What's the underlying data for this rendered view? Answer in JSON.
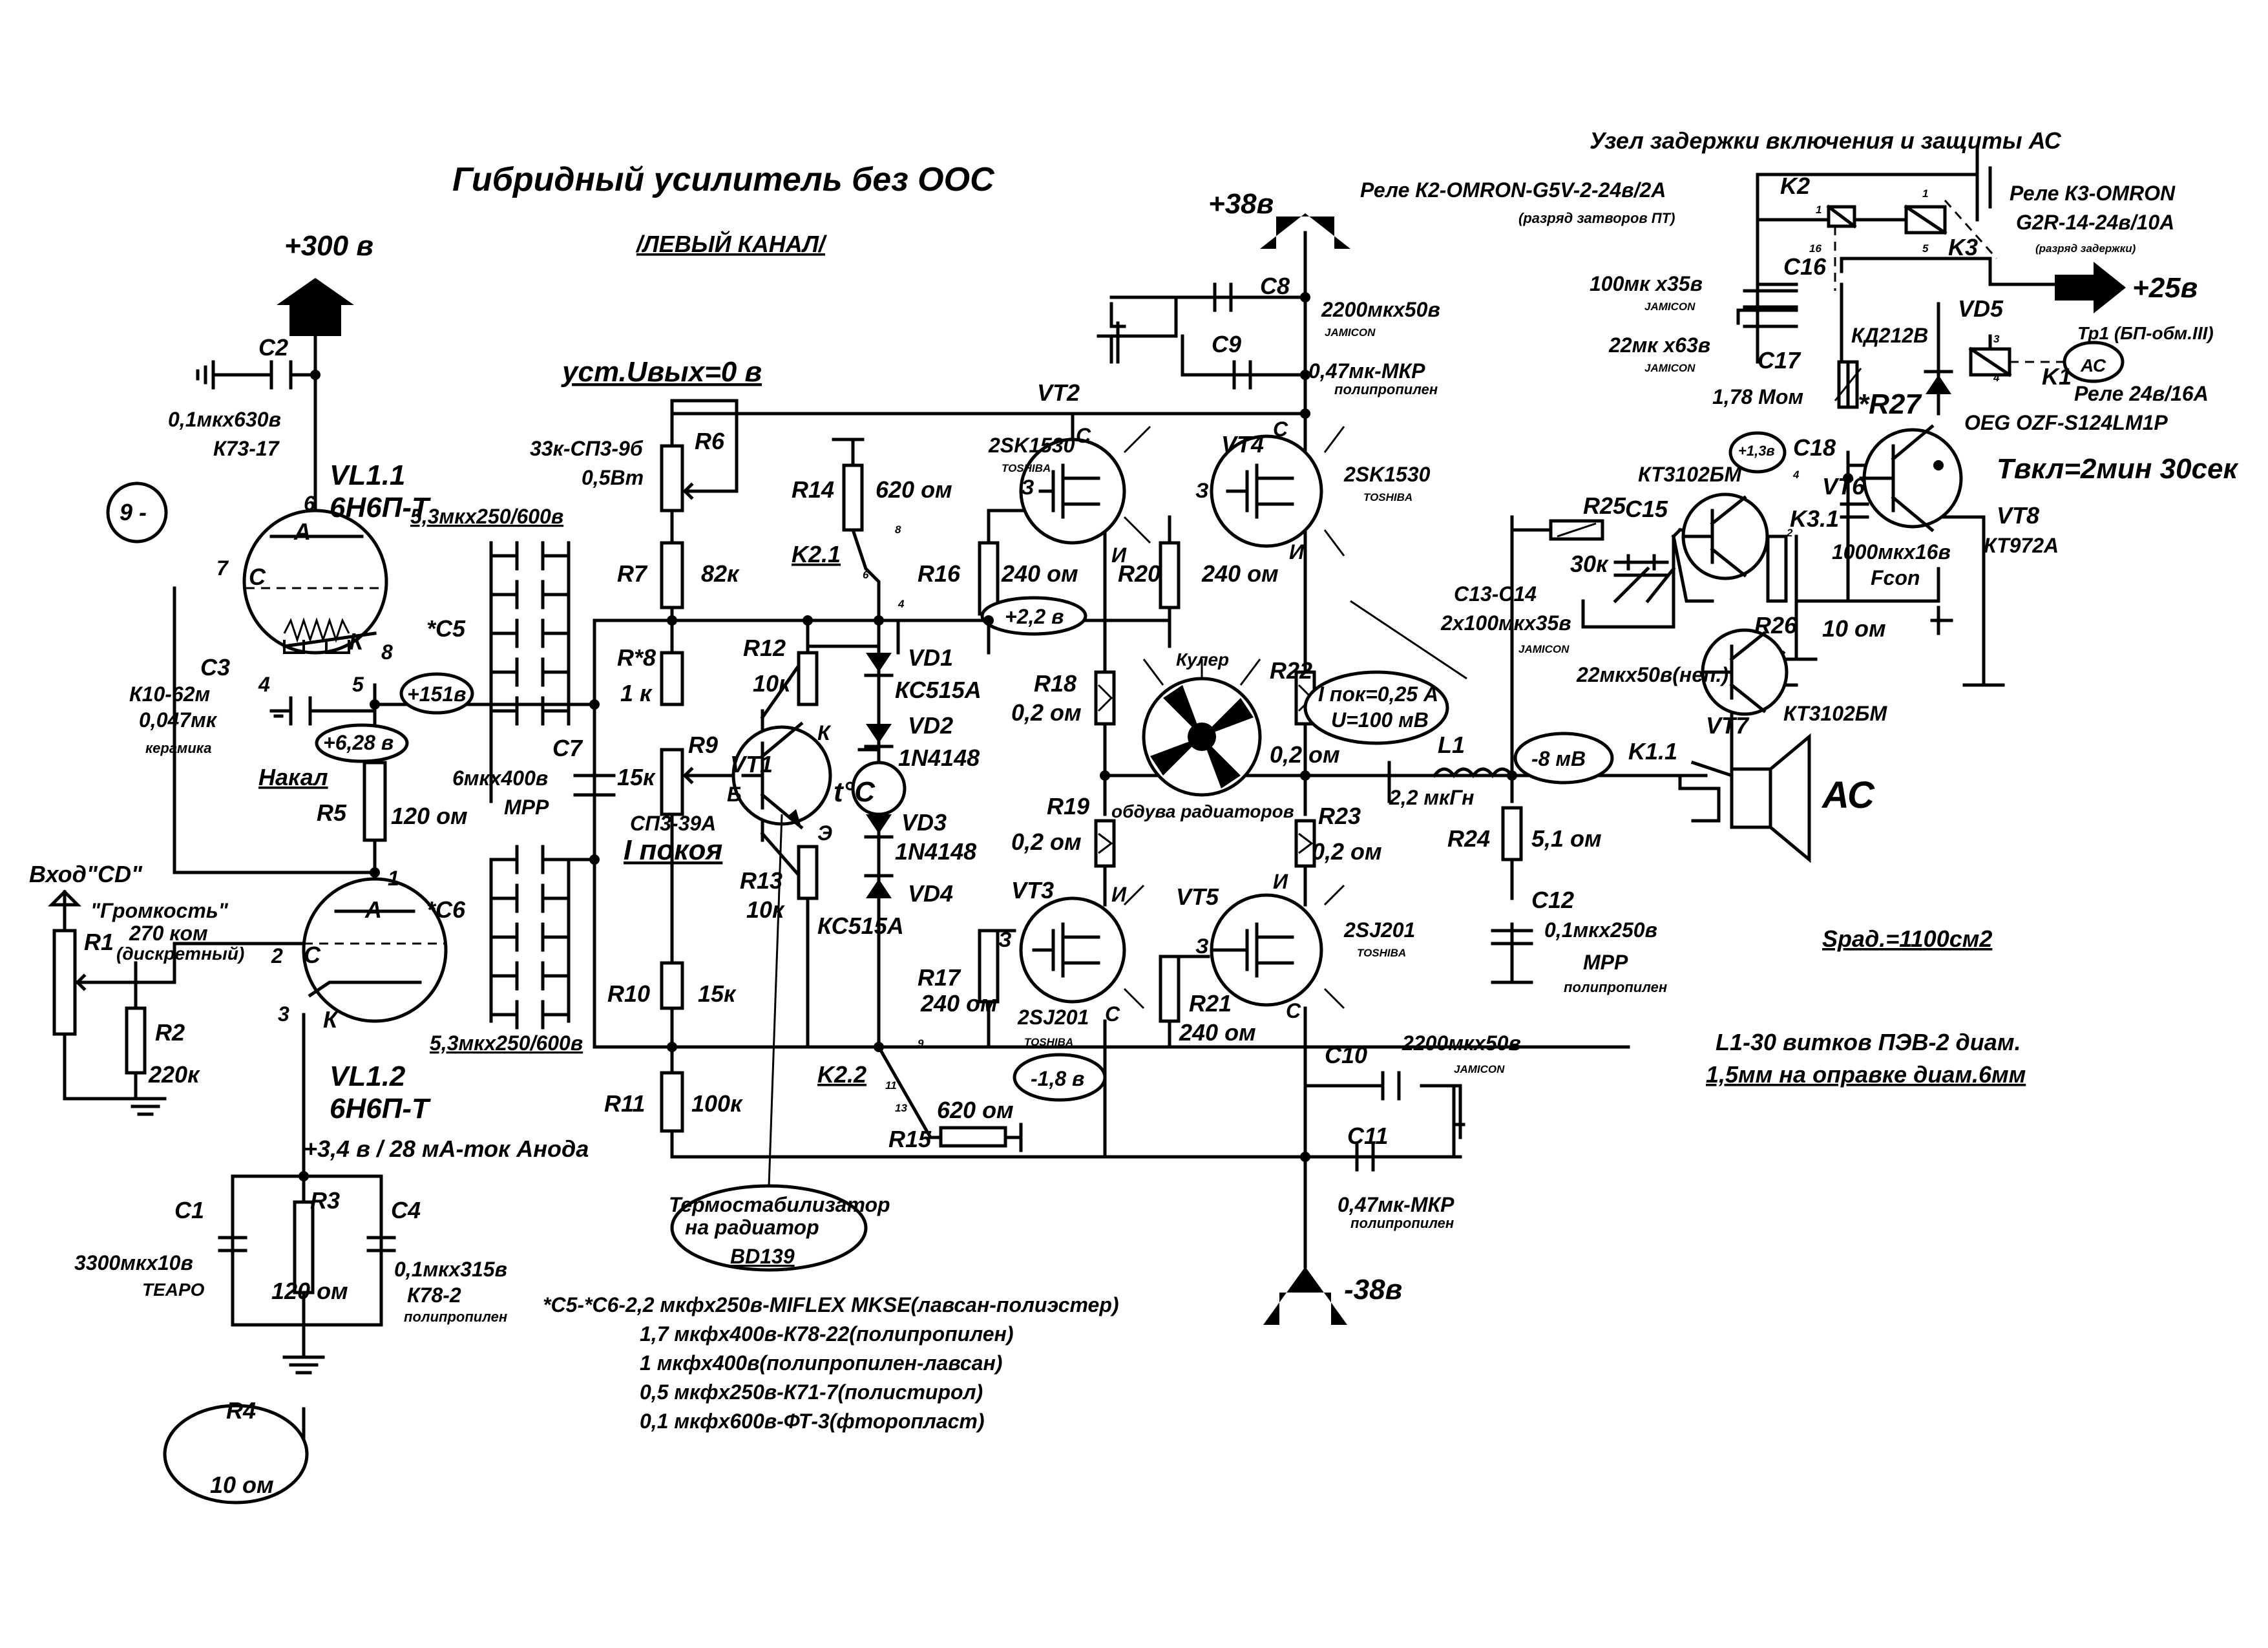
{
  "title": "Гибридный усилитель без ООС",
  "channel": "/ЛЕВЫЙ КАНАЛ/",
  "set_out": "уст.Uвых=0 в",
  "delay_unit_title": "Узел задержки включения и защиты АС",
  "rails": {
    "hv": "+300 в",
    "pos": "+38в",
    "neg": "-38в",
    "aux": "+25в"
  },
  "tubes": {
    "vl11": {
      "ref": "VL1.1",
      "type": "6Н6П-Т"
    },
    "vl12": {
      "ref": "VL1.2",
      "type": "6Н6П-Т"
    },
    "pins": {
      "p6": "6",
      "p7": "7",
      "p8": "8",
      "p4": "4",
      "p5": "5",
      "p1": "1",
      "p2": "2",
      "p3": "3"
    },
    "letters": {
      "a1": "А",
      "c1": "С",
      "k1": "К",
      "a2": "А",
      "c2": "С",
      "k2": "К"
    },
    "anode_note": "+3,4 в / 28 мА-ток Анода",
    "heater": "Накал",
    "pin9": "9 -"
  },
  "components": {
    "c2": "C2",
    "c2v": "0,1мкх630в",
    "c2t": "К73-17",
    "c3": "C3",
    "c3t": "К10-62м",
    "c3v": "0,047мк",
    "c3d": "керамика",
    "r5": "R5",
    "r5v": "120 ом",
    "c5": "*C5",
    "c5v": "5,3мкх250/600в",
    "c6": "*C6",
    "c6v": "5,3мкх250/600в",
    "c7": "C7",
    "c7v": "6мкх400в",
    "c7t": "MPP",
    "r6": "R6",
    "r6v": "33к-СП3-9б",
    "r6p": "0,5Вт",
    "r7": "R7",
    "r7v": "82к",
    "r8": "R*8",
    "r8v": "1 к",
    "r9": "R9",
    "r9v": "15к",
    "r9t": "СП3-39А",
    "r9n": "I покоя",
    "r10": "R10",
    "r10v": "15к",
    "r11": "R11",
    "r11v": "100к",
    "r12": "R12",
    "r12v": "10к",
    "r13": "R13",
    "r13v": "10к",
    "r14": "R14",
    "r14v": "620 ом",
    "r15": "R15",
    "r15v": "620 ом",
    "r16": "R16",
    "r16v": "240 ом",
    "r17": "R17",
    "r17v": "240 ом",
    "r18": "R18",
    "r18v": "0,2 ом",
    "r19": "R19",
    "r19v": "0,2 ом",
    "r20": "R20",
    "r20v": "240 ом",
    "r21": "R21",
    "r21v": "240 ом",
    "r22": "R22",
    "r22v": "0,2 ом",
    "r23": "R23",
    "r23v": "0,2 ом",
    "r24": "R24",
    "r24v": "5,1 ом",
    "r25": "R25",
    "r25v": "30к",
    "r26": "R26",
    "r26v": "10 ом",
    "r27": "*R27",
    "r27v": "1,78 Мом",
    "r1": "R1",
    "r1n": "\"Громкость\"",
    "r1v": "270 ком",
    "r1d": "(дискретный)",
    "r2": "R2",
    "r2v": "220к",
    "r3": "R3",
    "r3v": "120 ом",
    "r4": "R4",
    "r4v": "10 ом",
    "c1": "C1",
    "c1v": "3300мкх10в",
    "c1t": "TEAPO",
    "c4": "C4",
    "c4v": "0,1мкх315в",
    "c4t": "К78-2",
    "c4d": "полипропилен",
    "c8": "C8",
    "c8v": "2200мкх50в",
    "c8t": "JAMICON",
    "c9": "C9",
    "c9v": "0,47мк-МКР",
    "c9d": "полипропилен",
    "c10": "C10",
    "c10v": "2200мкх50в",
    "c10t": "JAMICON",
    "c11": "C11",
    "c11v": "0,47мк-МКР",
    "c11d": "полипропилен",
    "c12": "C12",
    "c12v": "0,1мкх250в",
    "c12t": "MPP",
    "c12d": "полипропилен",
    "c13": "C13-C14",
    "c13v": "2х100мкх35в",
    "c13t": "JAMICON",
    "c15": "C15",
    "c15v": "22мкх50в(неп.)",
    "c16": "C16",
    "c16v": "100мк х35в",
    "c16t": "JAMICON",
    "c17": "C17",
    "c17v": "22мк х63в",
    "c17t": "JAMICON",
    "c18": "C18",
    "c18v": "1000мкх16в",
    "c18t": "Fcon",
    "l1": "L1",
    "l1v": "2,2 мкГн",
    "vd1": "VD1",
    "vd1t": "КС515А",
    "vd2": "VD2",
    "vd2t": "1N4148",
    "vd3": "VD3",
    "vd3t": "1N4148",
    "vd4": "VD4",
    "vd4t": "КС515А",
    "vd5": "VD5",
    "vd5t": "КД212В",
    "vt1": "VT1",
    "vt2": "VT2",
    "vt2t": "2SK1530",
    "vt2m": "TOSHIBA",
    "vt4": "VT4",
    "vt4t": "2SK1530",
    "vt4m": "TOSHIBA",
    "vt3": "VT3",
    "vt3t": "2SJ201",
    "vt3m": "TOSHIBA",
    "vt5": "VT5",
    "vt5t": "2SJ201",
    "vt5m": "TOSHIBA",
    "vt6": "VT6",
    "vt6t": "КТ3102БМ",
    "vt7": "VT7",
    "vt7t": "КТ3102БМ",
    "vt8": "VT8",
    "vt8t": "КТ972А",
    "bjt_b": "Б",
    "bjt_k": "К",
    "bjt_e": "Э",
    "fet_c": "С",
    "fet_z": "З",
    "fet_i": "И",
    "tc": "t°C",
    "k22": "K2.2",
    "k21": "K2.1",
    "k11": "K1.1",
    "k31": "K3.1",
    "k2": "K2",
    "k3": "K3",
    "k1": "K1",
    "pin_num": {
      "n1": "1",
      "n16": "16",
      "n5": "5",
      "n3": "3",
      "n4": "4",
      "n2": "2",
      "n6": "6",
      "n8": "8",
      "n9": "9",
      "n11": "11",
      "n13": "13"
    }
  },
  "measurements": {
    "m151": "+151в",
    "m628": "+6,28 в",
    "m22": "+2,2 в",
    "m18": "-1,8 в",
    "m8mv": "-8 мВ",
    "m13": "+1,3в",
    "ipok": "I пок=0,25 А",
    "ipoku": "U=100 мВ"
  },
  "fan": {
    "label": "Кулер",
    "sub": "обдува радиаторов"
  },
  "relays": {
    "k2": "Реле К2-OMRON-G5V-2-24в/2А",
    "k2n": "(разряд затворов ПТ)",
    "k3": "Реле К3-OMRON",
    "k3t": "G2R-14-24в/10А",
    "k3n": "(разряд задержки)",
    "tr1": "Тр1 (БП-обм.III)",
    "ac": "АС",
    "k1": "Реле 24в/16А",
    "k1t": "OEG   OZF-S124LM1P"
  },
  "timing": "Tвкл=2мин 30сек",
  "input": "Вход\"CD\"",
  "speaker": "АС",
  "thermo": {
    "l1": "Термостабилизатор",
    "l2": "на радиатор",
    "l3": "BD139"
  },
  "srad": "Sрад.=1100см2",
  "l1note": {
    "l1": "L1-30 витков ПЭВ-2 диам.",
    "l2": "1,5мм на оправке диам.6мм"
  },
  "c5note": [
    "*C5-*C6-2,2 мкфх250в-MIFLEX MKSE(лавсан-полиэстер)",
    "1,7 мкфх400в-К78-22(полипропилен)",
    "1 мкфх400в(полипропилен-лавсан)",
    "0,5 мкфх250в-К71-7(полистирол)",
    "0,1 мкфх600в-ФТ-3(фторопласт)"
  ]
}
